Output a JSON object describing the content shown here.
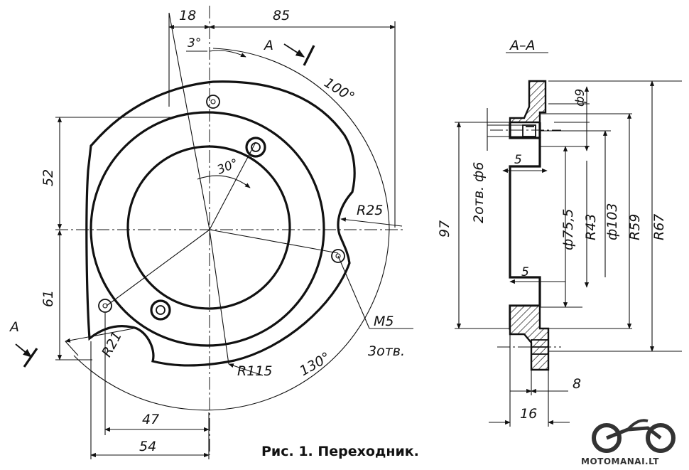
{
  "caption": "Рис. 1. Переходник.",
  "watermark": "MOTOMANAI.LT",
  "plan_view": {
    "top_dims": [
      "18",
      "85"
    ],
    "angle_labels": [
      "3°",
      "30°",
      "100°",
      "130°"
    ],
    "left_dims": [
      "52",
      "61"
    ],
    "bottom_dims": [
      "47",
      "54"
    ],
    "radius_labels": [
      "R25",
      "R21",
      "R115"
    ],
    "thread_callout": [
      "M5",
      "3отв."
    ],
    "section_marks": [
      "A",
      "A"
    ]
  },
  "section_view": {
    "title": "A–A",
    "dim_97": "97",
    "holes_label": "2отв. ф6",
    "inner_dims": [
      "5",
      "5"
    ],
    "diameter_labels": [
      "ф9",
      "ф75,5",
      "R43",
      "ф103",
      "R59",
      "R67"
    ],
    "bottom_dims": [
      "8",
      "16"
    ]
  }
}
